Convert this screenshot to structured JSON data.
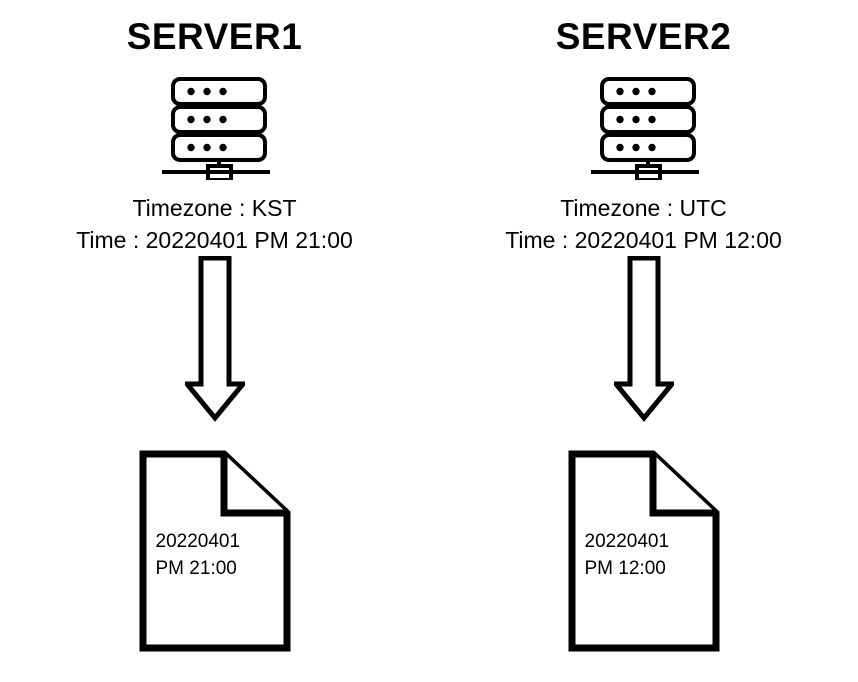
{
  "diagram": {
    "type": "timezone-logging-comparison",
    "columns": [
      {
        "title": "SERVER1",
        "server_icon": "server-rack-icon",
        "timezone_line": "Timezone : KST",
        "time_line": "Time : 20220401 PM 21:00",
        "timezone_value": "KST",
        "time_value": "20220401 PM 21:00",
        "arrow_icon": "arrow-down-icon",
        "document_icon": "document-page-icon",
        "document_lines": [
          "20220401",
          "PM 21:00"
        ]
      },
      {
        "title": "SERVER2",
        "server_icon": "server-rack-icon",
        "timezone_line": "Timezone : UTC",
        "time_line": "Time : 20220401 PM 12:00",
        "timezone_value": "UTC",
        "time_value": "20220401 PM 12:00",
        "arrow_icon": "arrow-down-icon",
        "document_icon": "document-page-icon",
        "document_lines": [
          "20220401",
          "PM 12:00"
        ]
      }
    ],
    "colors": {
      "background": "#ffffff",
      "stroke": "#000000",
      "text": "#000000"
    }
  }
}
